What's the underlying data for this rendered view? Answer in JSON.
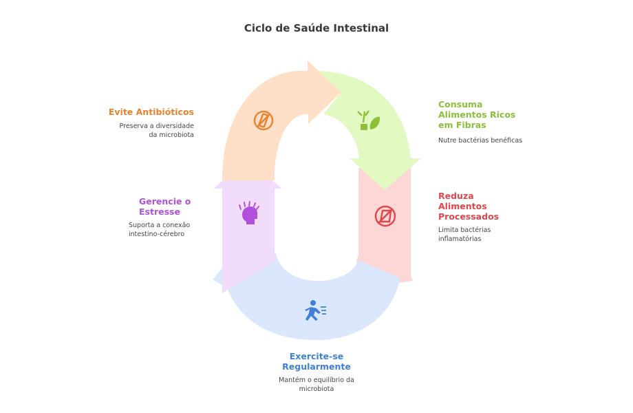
{
  "title": "Ciclo de Saúde Intestinal",
  "steps": [
    {
      "label": "Consuma Alimentos Ricos em Fibras",
      "label_lines": [
        "Consuma",
        "Alimentos Ricos",
        "em Fibras"
      ],
      "description": "Nutre bactérias benéficas",
      "description_lines": [
        "Nutre bactérias benéficas"
      ],
      "icon": "plant-icon",
      "color": "#8bbf3c",
      "fill": "#e2f9c2"
    },
    {
      "label": "Reduza Alimentos Processados",
      "label_lines": [
        "Reduza",
        "Alimentos",
        "Processados"
      ],
      "description": "Limita bactérias inflamatórias",
      "description_lines": [
        "Limita bactérias",
        "inflamatórias"
      ],
      "icon": "no-processed-food-icon",
      "color": "#e0464b",
      "fill": "#fdd6d6"
    },
    {
      "label": "Exercite-se Regularmente",
      "label_lines": [
        "Exercite-se",
        "Regularmente"
      ],
      "description": "Mantém o equilíbrio da microbiota",
      "description_lines": [
        "Mantém o equilíbrio da",
        "microbiota"
      ],
      "icon": "running-person-icon",
      "color": "#3f7fd8",
      "fill": "#dbe7fc"
    },
    {
      "label": "Gerencie o Estresse",
      "label_lines": [
        "Gerencie o",
        "Estresse"
      ],
      "description": "Suporta a conexão intestino-cérebro",
      "description_lines": [
        "Suporta a conexão",
        "intestino-cérebro"
      ],
      "icon": "stressed-head-icon",
      "color": "#b150dd",
      "fill": "#f1dcfb"
    },
    {
      "label": "Evite Antibióticos",
      "label_lines": [
        "Evite Antibióticos"
      ],
      "description": "Preserva a diversidade da microbiota",
      "description_lines": [
        "Preserva a diversidade",
        "da microbiota"
      ],
      "icon": "no-antibiotics-icon",
      "color": "#e9822e",
      "fill": "#fde0c7"
    }
  ]
}
